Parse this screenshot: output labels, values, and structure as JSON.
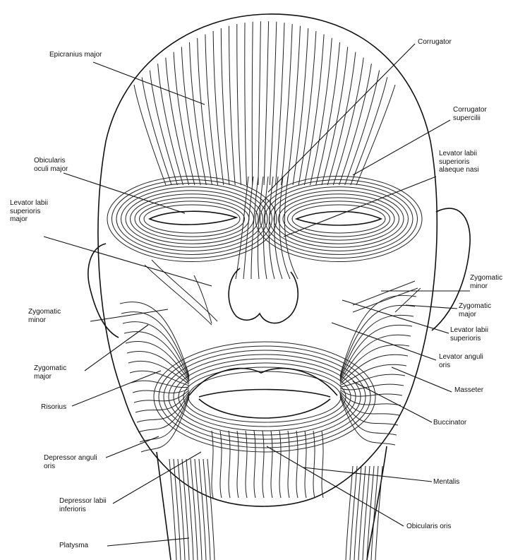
{
  "figure": {
    "labels": {
      "epicranius": "Epicranius major",
      "corrugator": "Corrugator",
      "corrugator_supercilii": "Corrugator\nsupercilii",
      "orbicularis_oculi": "Obicularis\noculi major",
      "levator_nasi": "Levator labii\nsuperioris\nalaeque nasi",
      "levator_sup_major": "Levator labii\nsuperioris\nmajor",
      "zyg_minor_r": "Zygomatic\nminor",
      "zyg_minor_l": "Zygomatic\nminor",
      "zyg_major_r": "Zygomatic\nmajor",
      "zyg_major_l": "Zygomatic\nmajor",
      "levator_sup": "Levator labii\nsuperioris",
      "levator_anguli": "Levator anguli\noris",
      "masseter": "Masseter",
      "risorius": "Risorius",
      "buccinator": "Buccinator",
      "depressor_anguli": "Depressor anguli\noris",
      "mentalis": "Mentalis",
      "depressor_labii": "Depressor labii\ninferioris",
      "orbicularis_oris": "Obicularis oris",
      "platysma": "Platysma"
    },
    "colors": {
      "ink": "#111111",
      "background": "#ffffff"
    }
  }
}
